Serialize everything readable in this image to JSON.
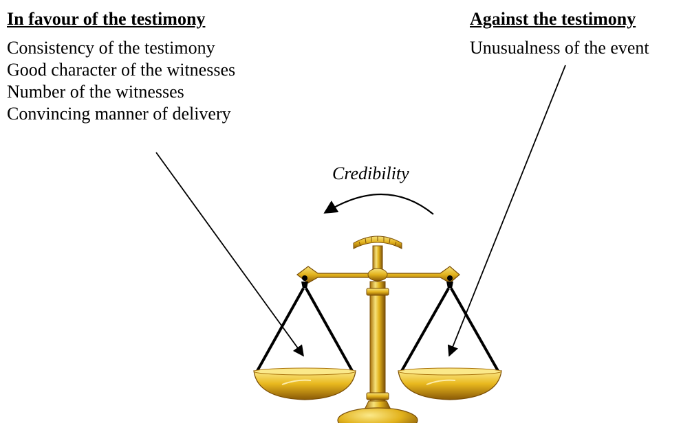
{
  "favour": {
    "heading": "In favour of the testimony",
    "items": [
      "Consistency of the testimony",
      "Good character of the witnesses",
      "Number of the witnesses",
      "Convincing manner of delivery"
    ]
  },
  "against": {
    "heading": "Against the testimony",
    "items": [
      "Unusualness of the event"
    ]
  },
  "arrow_label": "Credibility",
  "colors": {
    "gold_light": "#f6e27a",
    "gold_mid": "#e2b21c",
    "gold_dark": "#a9720a",
    "gold_deep": "#7a4e06",
    "arrow_stroke": "#000000"
  },
  "icons": {
    "scale": "balance-scale-icon"
  }
}
